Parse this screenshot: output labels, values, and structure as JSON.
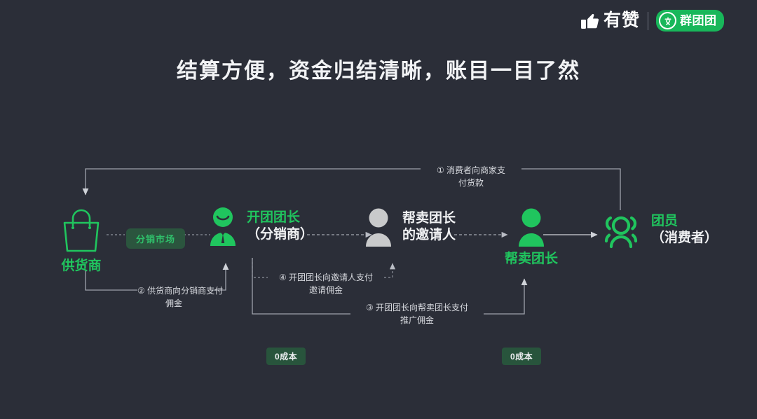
{
  "page": {
    "background_color": "#2b2e38",
    "accent_green": "#20c55e",
    "text_white": "#f0f1f3"
  },
  "logo": {
    "thumb_icon": "thumbs-up-icon",
    "brand_name": "有赞",
    "divider": "logo-divider",
    "product_icon": "qtt-circle-icon",
    "product_name": "群团团"
  },
  "title": "结算方便，资金归结清晰，账目一目了然",
  "diagram": {
    "nodes": [
      {
        "id": "supplier",
        "icon": "shopping-bag-icon",
        "label_primary": "供货商",
        "label_secondary": "",
        "label_position": "below",
        "color": "#20c55e"
      },
      {
        "id": "group-leader",
        "icon": "person-tie-icon",
        "label_primary": "开团团长",
        "label_secondary": "（分销商）",
        "label_position": "right",
        "color": "#20c55e"
      },
      {
        "id": "helper-inviter",
        "icon": "person-gray-icon",
        "label_primary": "帮卖团长",
        "label_secondary": "的邀请人",
        "label_position": "right",
        "color": "#f0f1f3"
      },
      {
        "id": "helper-leader",
        "icon": "person-green-icon",
        "label_primary": "帮卖团长",
        "label_secondary": "",
        "label_position": "below",
        "color": "#20c55e"
      },
      {
        "id": "member",
        "icon": "people-group-icon",
        "label_primary": "团员",
        "label_secondary": "（消费者）",
        "label_position": "right",
        "color": "#20c55e"
      }
    ],
    "market_pill": "分销市场",
    "annotations": [
      {
        "id": "flow-1",
        "line1": "① 消费者向商家支",
        "line2": "付货款"
      },
      {
        "id": "flow-2",
        "line1": "② 供货商向分销商支付",
        "line2": "佣金"
      },
      {
        "id": "flow-3",
        "line1": "③ 开团团长向帮卖团长支付",
        "line2": "推广佣金"
      },
      {
        "id": "flow-4",
        "line1": "④ 开团团长向邀请人支付",
        "line2": "邀请佣金"
      }
    ],
    "cost_badges": [
      {
        "id": "cost-leader",
        "label": "0成本"
      },
      {
        "id": "cost-helper",
        "label": "0成本"
      }
    ]
  }
}
